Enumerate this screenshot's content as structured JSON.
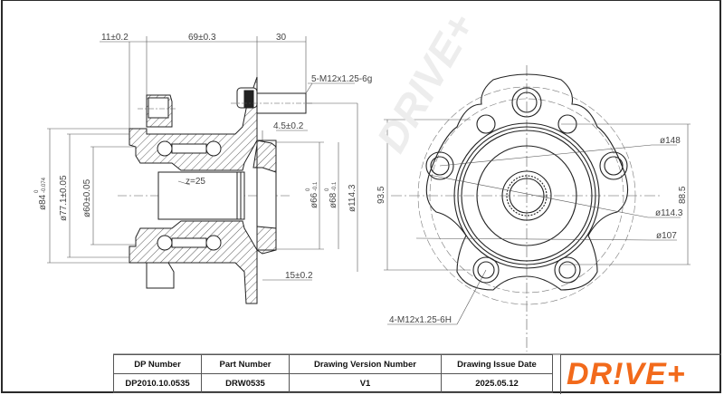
{
  "drawing": {
    "side_view": {
      "dims_top": [
        "11±0.2",
        "69±0.3",
        "30"
      ],
      "stud_thread": "5-M12x1.25-6g",
      "flange_offset": "4.5±0.2",
      "pilot_offset": "15±0.2",
      "spline_teeth": "z=25",
      "dia_84": {
        "base": "ø84",
        "upper": "0",
        "lower": "-0.074"
      },
      "dia_77": "ø77.1±0.05",
      "dia_60": "ø60±0.05",
      "dia_66": {
        "base": "ø66",
        "upper": "0",
        "lower": "-0.1"
      },
      "dia_68": {
        "base": "ø68",
        "upper": "0",
        "lower": "-0.1"
      },
      "dia_114": "ø114.3"
    },
    "front_view": {
      "height_left": "93.5",
      "height_right": "88.5",
      "dia_148": "ø148",
      "dia_114": "ø114.3",
      "dia_107": "ø107",
      "mount_thread": "4-M12x1.25-6H"
    },
    "watermark": "DRIVE+"
  },
  "title_block": {
    "headers": [
      "DP Number",
      "Part Number",
      "Drawing Version Number",
      "Drawing Issue Date"
    ],
    "values": [
      "DP2010.10.0535",
      "DRW0535",
      "V1",
      "2025.05.12"
    ]
  },
  "brand": {
    "logo_text": "DR!VE+",
    "color": "#f26a1b"
  }
}
